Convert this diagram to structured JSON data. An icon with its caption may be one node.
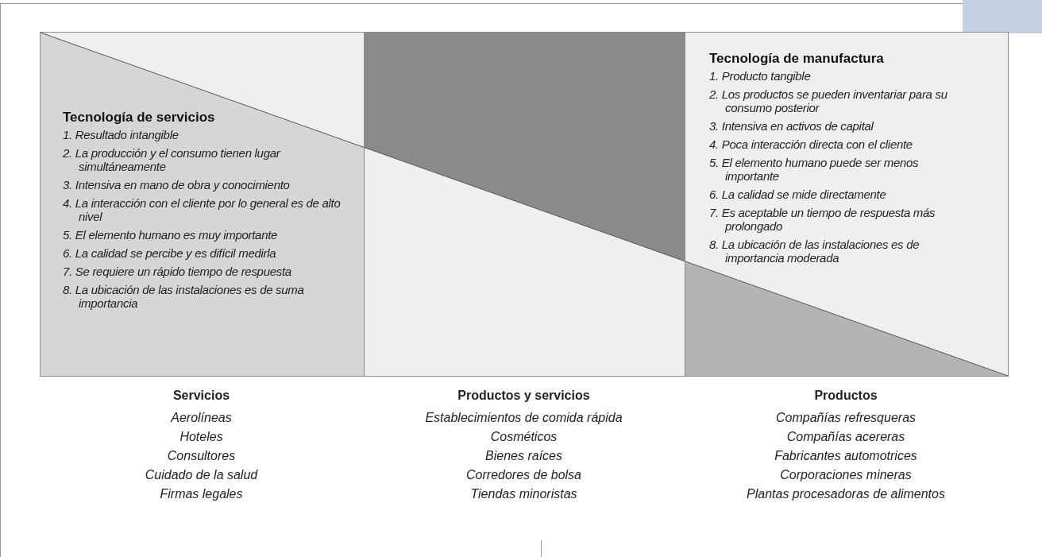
{
  "diagram": {
    "nodes": [
      {
        "text": [
          "Tecnología de servicios",
          "1. Resultado intangible",
          "2. La producción y el consumo tienen lugar simultáneamente",
          "3. Intensiva en mano de obra y conocimiento",
          "4. La interacción con el cliente por lo general es de alto nivel",
          "5. El elemento humano es muy importante",
          "6. La calidad se percibe y es difícil medirla",
          "7. Se requiere un rápido tiempo de respuesta",
          "8. La ubicación de las instalaciones es de suma importancia"
        ]
      },
      {
        "text": [],
        "shape": "box"
      },
      {
        "text": [
          "Tecnología de manufactura",
          "1. Producto tangible",
          "2. Los productos se pueden inventariar para su consumo posterior",
          "3. Intensiva en activos de capital",
          "4. Poca interacción directa con el cliente",
          "5. El elemento humano puede ser menos importante",
          "6. La calidad se mide directamente",
          "7. Es aceptable un tiempo de respuesta más prolongado",
          "8. La ubicación de las instalaciones es de importancia moderada"
        ]
      }
    ],
    "edges": [],
    "labels": [
      "Servicios",
      "Aerolíneas",
      "Hoteles",
      "Consultores",
      "Cuidado de la salud",
      "Firmas legales",
      "Productos y servicios",
      "Establecimientos de comida rápida",
      "Cosméticos",
      "Bienes raíces",
      "Corredores de bolsa",
      "Tiendas minoristas",
      "Productos",
      "Compañías refresqueras",
      "Compañías acereras",
      "Fabricantes automotrices",
      "Corporaciones mineras",
      "Plantas procesadoras de alimentos"
    ]
  }
}
